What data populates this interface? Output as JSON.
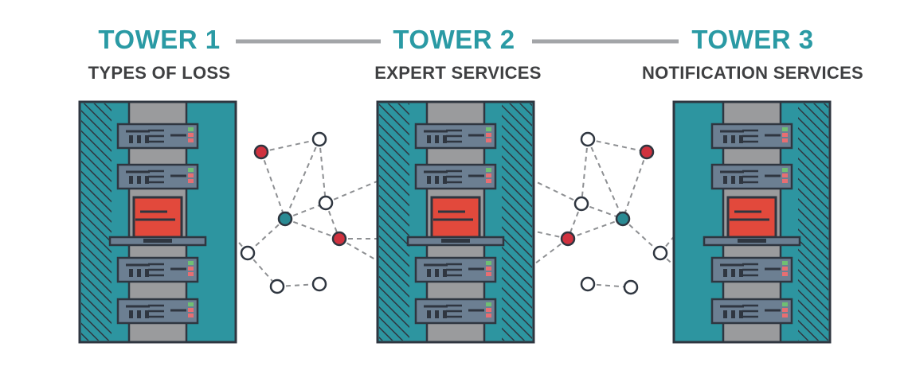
{
  "towers": [
    {
      "title": "TOWER 1",
      "subtitle": "TYPES OF LOSS"
    },
    {
      "title": "TOWER 2",
      "subtitle": "EXPERT SERVICES"
    },
    {
      "title": "TOWER 3",
      "subtitle": "NOTIFICATION SERVICES"
    }
  ],
  "colors": {
    "title_teal": "#2a9aa4",
    "subtitle_gray": "#3f4042",
    "rack_teal": "#2d95a0",
    "rack_dark": "#2f3640",
    "rack_gray": "#9a9b9d",
    "server_blue": "#6c7f92",
    "monitor_red": "#e2493c",
    "node_red": "#d0323f",
    "node_teal": "#2a8a93",
    "connector_gray": "#a3a5a8"
  },
  "icons": [
    "server-rack-icon",
    "network-node-icon",
    "laptop-monitor-icon"
  ]
}
